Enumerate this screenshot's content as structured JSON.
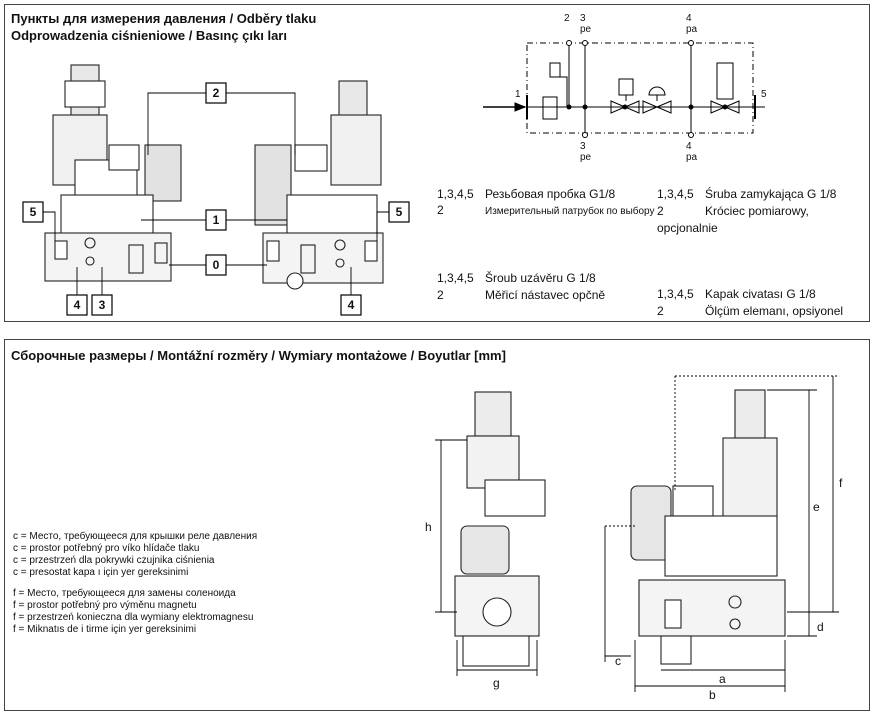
{
  "section1": {
    "title_line1": "Пункты для измерения давления / Odběry tlaku",
    "title_line2": "Odprowadzenia ciśnieniowe / Basınç çıkı ları",
    "callouts": [
      "2",
      "5",
      "1",
      "5",
      "0",
      "4",
      "3",
      "4"
    ],
    "schematic": {
      "ports": [
        "2",
        "3",
        "4",
        "1",
        "5",
        "3",
        "4"
      ],
      "pressure_e": "pe",
      "pressure_a": "pa"
    },
    "legend": {
      "ru": {
        "nums1": "1,3,4,5",
        "text1": "Резьбовая пробка G1/8",
        "nums2": "2",
        "text2": "Измерительный патрубок по выбору"
      },
      "pl": {
        "nums1": "1,3,4,5",
        "text1": "Śruba zamykająca G 1/8",
        "nums2": "2",
        "text2": "Króciec pomiarowy,",
        "text3": "opcjonalnie"
      },
      "cz": {
        "nums1": "1,3,4,5",
        "text1": "Šroub uzávěru G 1/8",
        "nums2": "2",
        "text2": "Měřicí nástavec opčně"
      },
      "tr": {
        "nums1": "1,3,4,5",
        "text1": "Kapak civatası G 1/8",
        "nums2": "2",
        "text2": "Ölçüm elemanı, opsiyonel"
      }
    }
  },
  "section2": {
    "title": "Сборочные размеры / Montážní rozměry / Wymiary montażowe / Boyutlar [mm]",
    "c_notes": [
      "c = Место, требующееся для крышки реле давления",
      "c = prostor potřebný pro víko hlídače tlaku",
      "c = przestrzeń dla pokrywki czujnika ciśnienia",
      "c = presostat kapa ı için yer gereksinimi"
    ],
    "f_notes": [
      "f = Место, требующееся для замены соленоида",
      "f = prostor potřebný pro výměnu magnetu",
      "f = przestrzeń konieczna dla wymiany elektromagnesu",
      "f = Miknatıs de i tirme için yer gereksinimi"
    ],
    "dims": {
      "h": "h",
      "g": "g",
      "c": "c",
      "a": "a",
      "b": "b",
      "d": "d",
      "e": "e",
      "f": "f"
    }
  }
}
